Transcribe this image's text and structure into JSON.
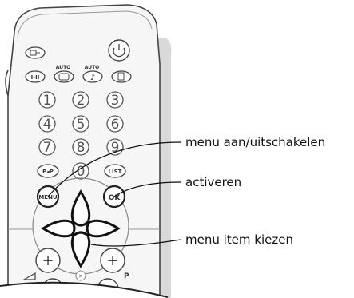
{
  "remote": {
    "buttons": {
      "auto_left": "AUTO",
      "auto_right": "AUTO",
      "mode_button": "I-II",
      "digits": [
        "1",
        "2",
        "3",
        "4",
        "5",
        "6",
        "7",
        "8",
        "9",
        "0"
      ],
      "pp_button": "P◂P",
      "list_button": "LIST",
      "menu_button": "MENU",
      "ok_button": "OK",
      "program_label": "P"
    }
  },
  "callouts": [
    {
      "text": "menu aan/uitschakelen"
    },
    {
      "text": "activeren"
    },
    {
      "text": "menu item kiezen"
    }
  ]
}
